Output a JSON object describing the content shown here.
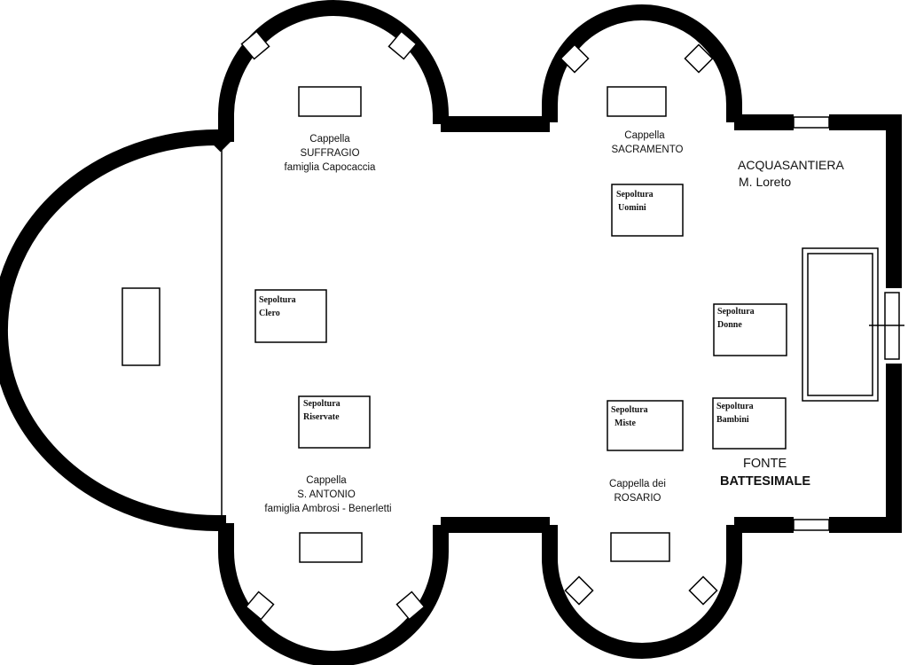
{
  "plan": {
    "chapels": {
      "suffragio": {
        "line1": "Cappella",
        "line2": "SUFFRAGIO",
        "line3": "famiglia Capocaccia"
      },
      "sacramento": {
        "line1": "Cappella",
        "line2": "SACRAMENTO"
      },
      "santantonio": {
        "line1": "Cappella",
        "line2": "S. ANTONIO",
        "line3": "famiglia Ambrosi - Benerletti"
      },
      "rosario": {
        "line1": "Cappella dei",
        "line2": "ROSARIO"
      }
    },
    "features": {
      "acquasantiera": {
        "line1": "ACQUASANTIERA",
        "line2": "M. Loreto"
      },
      "fonte": {
        "line1": "FONTE",
        "line2": "BATTESIMALE"
      }
    },
    "burials": {
      "uomini": {
        "line1": "Sepoltura",
        "line2": "Uomini"
      },
      "clero": {
        "line1": "Sepoltura",
        "line2": "Clero"
      },
      "donne": {
        "line1": "Sepoltura",
        "line2": "Donne"
      },
      "riservate": {
        "line1": "Sepoltura",
        "line2": "Riservate"
      },
      "miste": {
        "line1": "Sepoltura",
        "line2": "Miste"
      },
      "bambini": {
        "line1": "Sepoltura",
        "line2": "Bambini"
      }
    }
  }
}
